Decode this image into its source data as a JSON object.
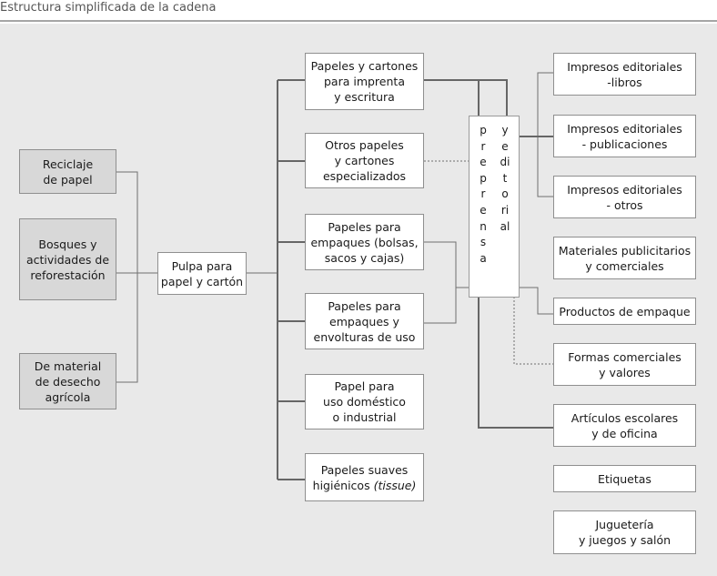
{
  "title": "Estructura simplificada de la cadena",
  "sources": [
    {
      "label": "Reciclaje\nde papel"
    },
    {
      "label": "Bosques y\nactividades de\nreforestación"
    },
    {
      "label": "De material\nde desecho\nagrícola"
    }
  ],
  "pulp": {
    "label": "Pulpa para\npapel y cartón"
  },
  "papers": [
    {
      "label": "Papeles y cartones\npara imprenta\ny escritura"
    },
    {
      "label": "Otros papeles\ny cartones\nespecializados"
    },
    {
      "label": "Papeles para\nempaques (bolsas,\nsacos y cajas)"
    },
    {
      "label": "Papeles para\nempaques  y\nenvolturas de uso"
    },
    {
      "label": "Papel para\nuso doméstico\no industrial"
    },
    {
      "label": "Papeles suaves\nhigiénicos ",
      "italic": "(tissue)"
    }
  ],
  "middle": {
    "left": "preprensa",
    "right": "yeditorial"
  },
  "products": [
    {
      "label": "Impresos editoriales\n-libros"
    },
    {
      "label": "Impresos editoriales\n- publicaciones"
    },
    {
      "label": "Impresos editoriales\n- otros"
    },
    {
      "label": "Materiales publicitarios\ny comerciales"
    },
    {
      "label": "Productos de empaque"
    },
    {
      "label": "Formas comerciales\ny valores"
    },
    {
      "label": "Artículos escolares\ny de oficina"
    },
    {
      "label": "Etiquetas"
    },
    {
      "label": "Juguetería\ny juegos y salón"
    }
  ],
  "colors": {
    "panel": "#e9e9e9",
    "source_fill": "#d8d8d8",
    "box_fill": "#ffffff",
    "line": "#707070"
  }
}
